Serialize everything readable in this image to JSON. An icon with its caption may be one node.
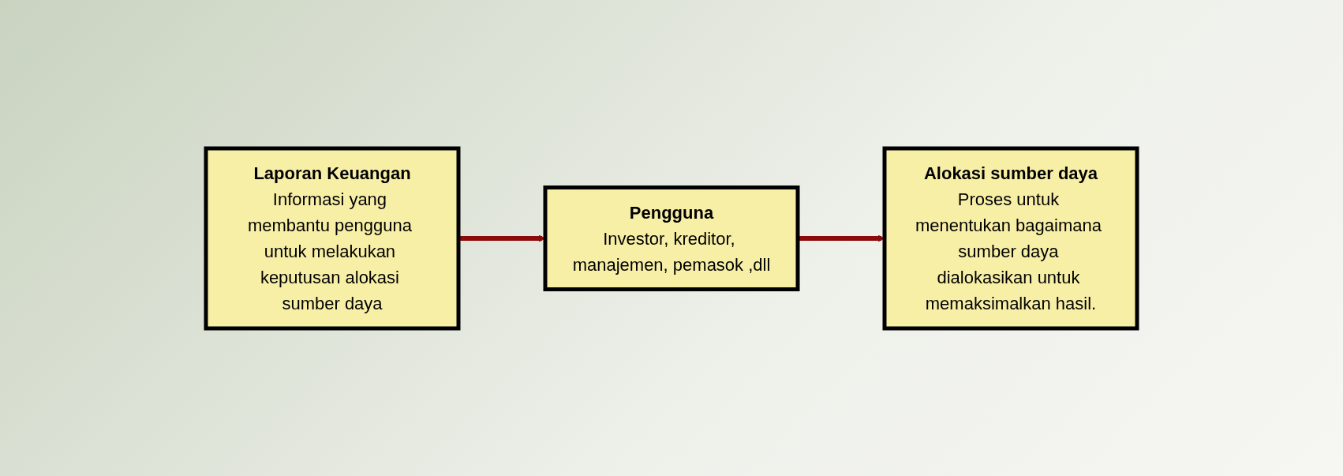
{
  "diagram": {
    "nodes": [
      {
        "text": [
          "Laporan Keuangan",
          "Informasi yang membantu pengguna untuk melakukan keputusan alokasi sumber daya"
        ]
      },
      {
        "text": [
          "Pengguna",
          "Investor, kreditor, manajemen, pemasok ,dll"
        ]
      },
      {
        "text": [
          "Alokasi sumber daya",
          "Proses untuk menentukan bagaimana sumber daya dialokasikan untuk memaksimalkan hasil."
        ]
      }
    ],
    "edges": [
      {
        "from": 0,
        "to": 1,
        "arrow": "to"
      },
      {
        "from": 1,
        "to": 2,
        "arrow": "to"
      }
    ]
  }
}
